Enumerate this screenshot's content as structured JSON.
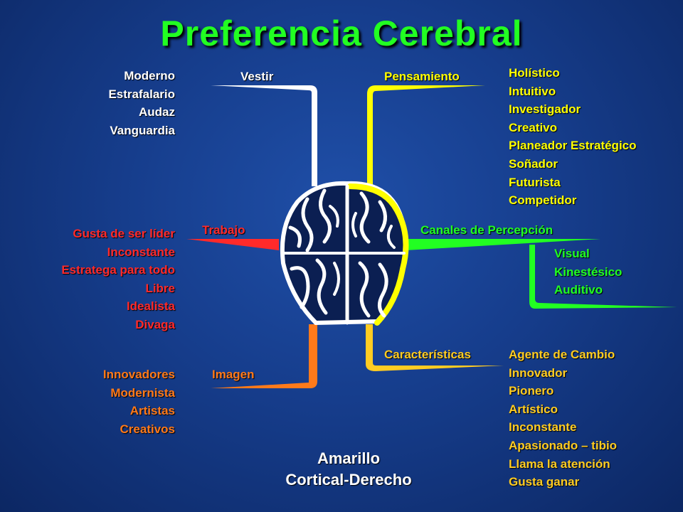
{
  "title": "Preferencia Cerebral",
  "branches": {
    "vestir": {
      "label": "Vestir",
      "color": "#ffffff",
      "items": [
        "Moderno",
        "Estrafalario",
        "Audaz",
        "Vanguardia"
      ]
    },
    "pensamiento": {
      "label": "Pensamiento",
      "color": "#ffff00",
      "items": [
        "Holístico",
        "Intuitivo",
        "Investigador",
        "Creativo",
        "Planeador Estratégico",
        "Soñador",
        "Futurista",
        "Competidor"
      ]
    },
    "trabajo": {
      "label": "Trabajo",
      "color": "#ff2a2a",
      "items": [
        "Gusta de ser líder",
        "Inconstante",
        "Estratega para todo",
        "Libre",
        "Idealista",
        "Divaga"
      ]
    },
    "canales": {
      "label": "Canales de Percepción",
      "color": "#22ff22",
      "items": [
        "Visual",
        "Kinestésico",
        "Auditivo"
      ]
    },
    "imagen": {
      "label": "Imagen",
      "color": "#ff7a1a",
      "items": [
        "Innovadores",
        "Modernista",
        "Artistas",
        "Creativos"
      ]
    },
    "caracteristicas": {
      "label": "Características",
      "color": "#ffcc22",
      "items": [
        "Agente de Cambio",
        "Innovador",
        "Pionero",
        "Artístico",
        "Inconstante",
        "Apasionado – tibio",
        "Llama la atención",
        "Gusta ganar"
      ]
    }
  },
  "footer": {
    "line1": "Amarillo",
    "line2": "Cortical-Derecho"
  }
}
